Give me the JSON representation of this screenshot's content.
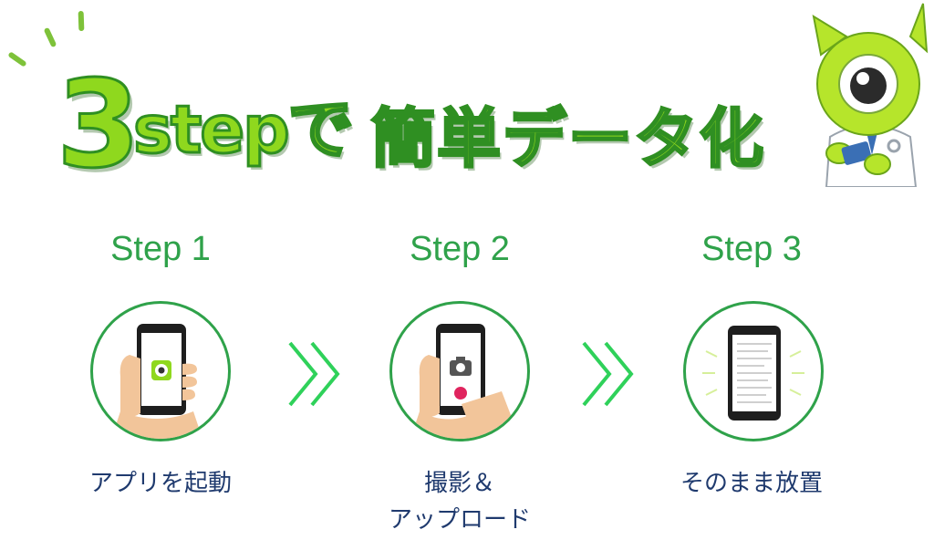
{
  "headline": {
    "number": "3",
    "step": "step",
    "de": "で",
    "main": "簡単データ化"
  },
  "steps": [
    {
      "title": "Step 1",
      "caption_line1": "アプリを起動",
      "caption_line2": ""
    },
    {
      "title": "Step 2",
      "caption_line1": "撮影＆",
      "caption_line2": "アップロード"
    },
    {
      "title": "Step 3",
      "caption_line1": "そのまま放置",
      "caption_line2": ""
    }
  ],
  "colors": {
    "accent": "#2fa24a",
    "headline_fill": "#8fd81e",
    "headline_stroke": "#2f8f22",
    "caption": "#1f3a6e"
  },
  "icons": [
    "phone-app-icon",
    "phone-camera-icon",
    "phone-document-icon",
    "double-chevron-right-icon",
    "mascot-icon"
  ]
}
